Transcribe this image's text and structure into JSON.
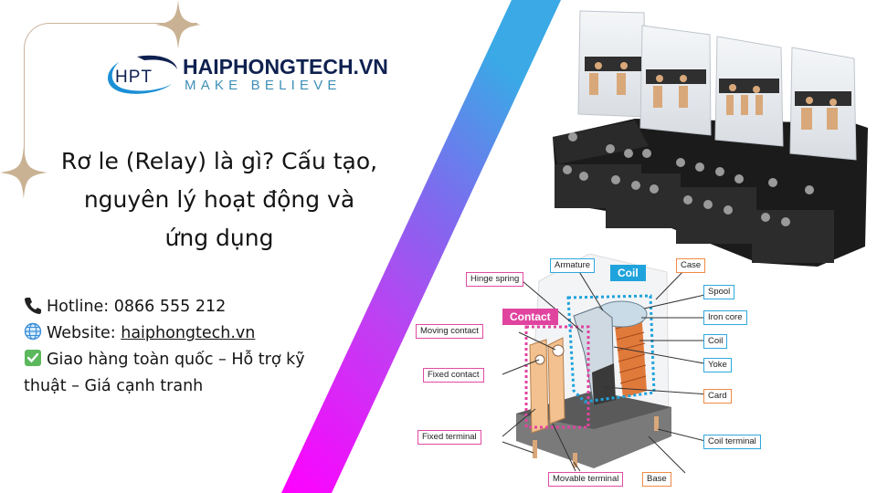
{
  "brand": {
    "logo_mark": "HPT",
    "name": "HAIPHONGTECH.VN",
    "tagline": "MAKE BELIEVE",
    "colors": {
      "navy": "#0f2150",
      "teal": "#3e8fb7",
      "accent_blue": "#1a8fd6"
    }
  },
  "headline": {
    "line1": "Rơ le (Relay) là gì? Cấu tạo,",
    "line2": "nguyên lý hoạt động và",
    "line3": "ứng dụng"
  },
  "contact": {
    "hotline_icon": "phone-icon",
    "hotline_label": "Hotline: 0866 555 212",
    "website_icon": "globe-icon",
    "website_prefix": "Website: ",
    "website_link": "haiphongtech.vn",
    "perks_icon": "check-box-icon",
    "perks_text": "Giao hàng toàn quốc – Hỗ trợ kỹ thuật – Giá cạnh tranh"
  },
  "decor": {
    "frame_color": "#c8b39b",
    "stripe_gradient": [
      "#ff00ff",
      "#b23cf0",
      "#7a6ef0",
      "#3aa6e8"
    ]
  },
  "diagram": {
    "groups": {
      "contact": "Contact",
      "coil": "Coil"
    },
    "labels": {
      "armature": "Armature",
      "case": "Case",
      "hinge_spring": "Hinge spring",
      "spool": "Spool",
      "iron_core": "Iron core",
      "moving_contact": "Moving contact",
      "coil": "Coil",
      "fixed_contact": "Fixed contact",
      "yoke": "Yoke",
      "card": "Card",
      "fixed_terminal": "Fixed terminal",
      "coil_terminal": "Coil terminal",
      "movable_terminal": "Movable terminal",
      "base": "Base"
    }
  }
}
